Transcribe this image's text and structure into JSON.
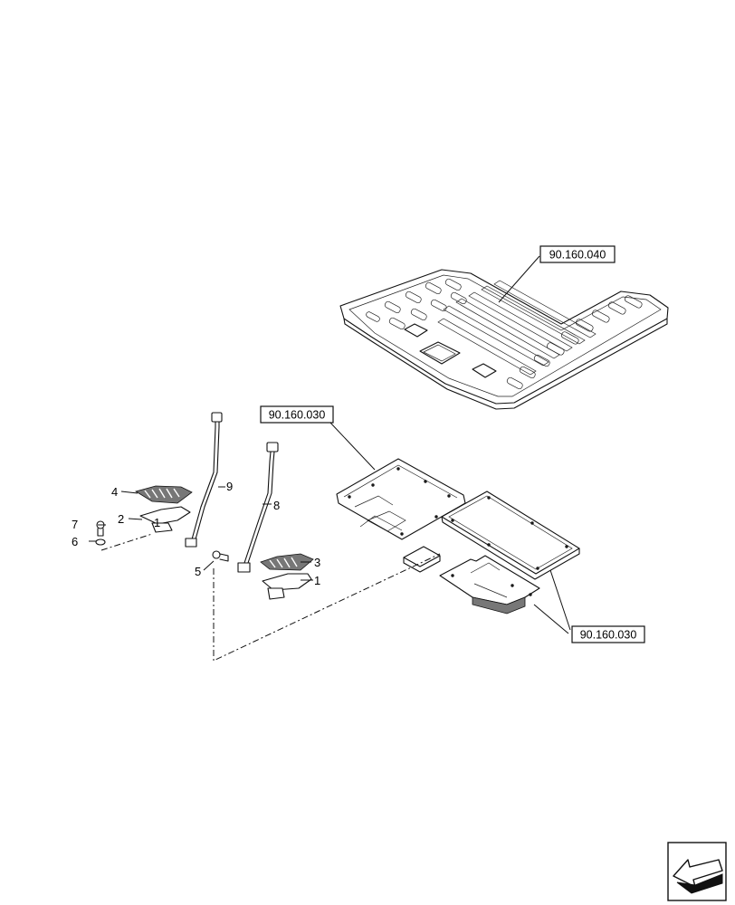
{
  "references": {
    "floor_mat_top": "90.160.040",
    "floor_plates_mid": "90.160.030",
    "floor_plates_bottom": "90.160.030"
  },
  "callouts": {
    "item_1a": "1",
    "item_1b": "1",
    "item_2": "2",
    "item_3": "3",
    "item_4": "4",
    "item_5": "5",
    "item_6": "6",
    "item_7": "7",
    "item_8": "8",
    "item_9": "9"
  },
  "icons": {
    "navigation": "previous-page-arrow-icon"
  }
}
